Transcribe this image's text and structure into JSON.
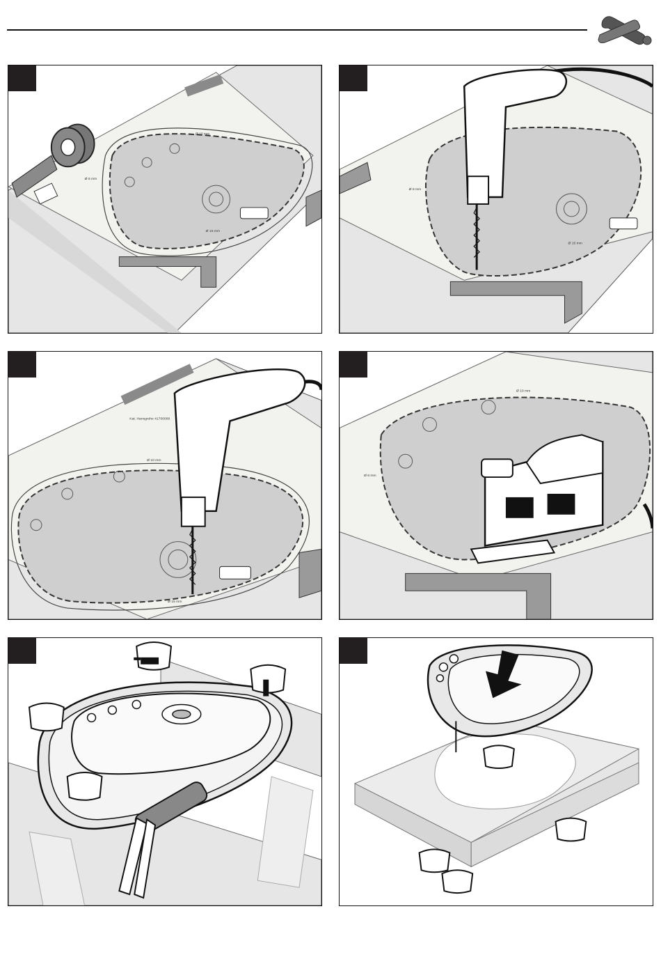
{
  "header": {
    "tools_icon": "wrench-screwdriver-icon"
  },
  "colors": {
    "line": "#111111",
    "panel_border": "#111111",
    "badge": "#231f20",
    "surface": "#e6e6e6",
    "template_paper": "#f2f2ee",
    "cutout": "#cfcfcf",
    "tape": "#8a8a8a"
  },
  "labels": {
    "dim_8mm": "Ø 8 mm",
    "dim_10mm": "Ø 10 mm",
    "dim_15mm": "Ø 15 mm",
    "template_text": "Kat. Hansgrohe 41700000"
  },
  "steps": [
    {
      "id": 1,
      "icon": "tape-roll-icon"
    },
    {
      "id": 2,
      "icon": "drill-icon"
    },
    {
      "id": 3,
      "icon": "drill-icon"
    },
    {
      "id": 4,
      "icon": "jigsaw-icon"
    },
    {
      "id": 5,
      "icon": "sealant-gun-icon"
    },
    {
      "id": 6,
      "icon": "down-arrow-icon"
    }
  ]
}
